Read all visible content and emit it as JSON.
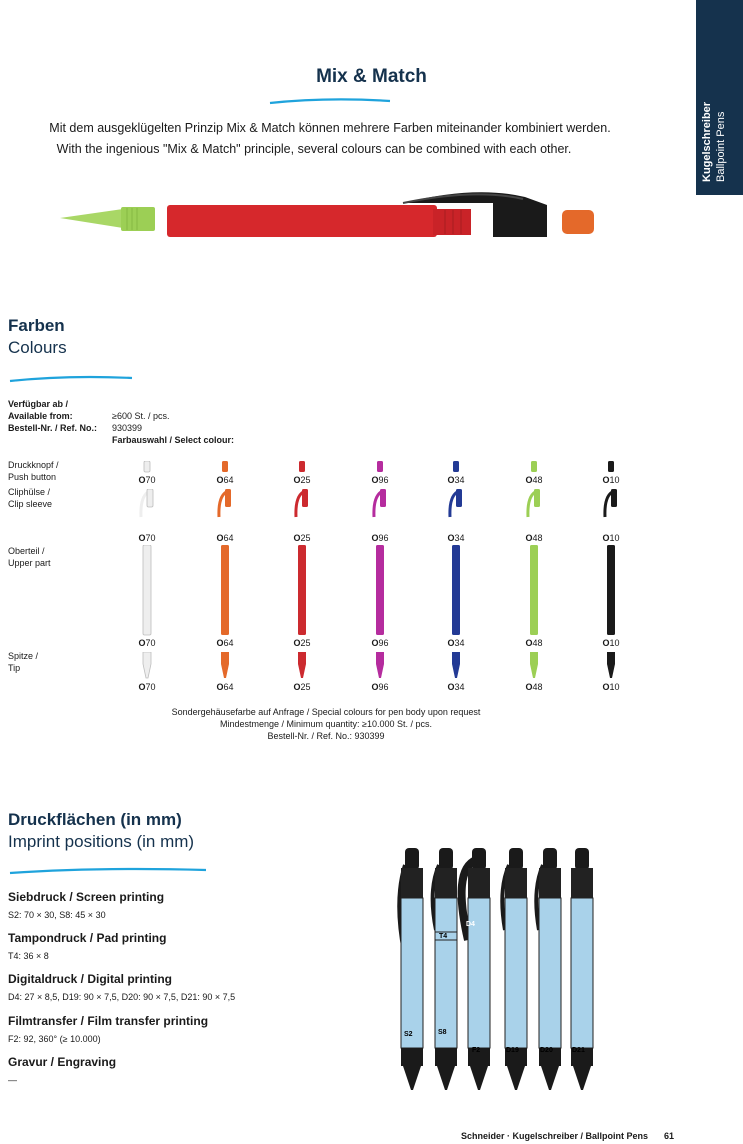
{
  "side_tab": {
    "title_de": "Kugelschreiber",
    "title_en": "Ballpoint Pens"
  },
  "mixmatch": {
    "title": "Mix & Match",
    "line_de": "Mit dem ausgeklügelten Prinzip Mix & Match können mehrere Farben miteinander kombiniert werden.",
    "line_en": "With the ingenious \"Mix & Match\" principle, several colours can be combined with each other."
  },
  "colours": {
    "title_de": "Farben",
    "title_en": "Colours",
    "avail_label_de": "Verfügbar ab /",
    "avail_label_en": "Available from:",
    "avail_value": "≥600 St. / pcs.",
    "ref_label": "Bestell-Nr. / Ref. No.:",
    "ref_value": "930399",
    "select_label": "Farbauswahl / Select colour:",
    "rows": [
      {
        "de": "Druckknopf /",
        "en": "Push button"
      },
      {
        "de": "Cliphülse /",
        "en": "Clip sleeve"
      },
      {
        "de": "Oberteil /",
        "en": "Upper part"
      },
      {
        "de": "Spitze /",
        "en": "Tip"
      }
    ],
    "swatches": [
      {
        "code": "70",
        "color": "#eeeeee"
      },
      {
        "code": "64",
        "color": "#e4692a"
      },
      {
        "code": "25",
        "color": "#cc2a2f"
      },
      {
        "code": "96",
        "color": "#b52c9e"
      },
      {
        "code": "34",
        "color": "#233a95"
      },
      {
        "code": "48",
        "color": "#9ccf55"
      },
      {
        "code": "10",
        "color": "#1a1a1a"
      }
    ],
    "special_1": "Sondergehäusefarbe auf Anfrage / Special colours for pen body upon request",
    "special_2": "Mindestmenge / Minimum quantity: ≥10.000 St. / pcs.",
    "special_3": "Bestell-Nr. / Ref. No.: 930399"
  },
  "imprint": {
    "title_de": "Druckflächen (in mm)",
    "title_en": "Imprint positions (in mm)",
    "sections": [
      {
        "head": "Siebdruck / Screen printing",
        "text": "S2: 70 × 30, S8: 45 × 30"
      },
      {
        "head": "Tampondruck / Pad printing",
        "text": "T4: 36 × 8"
      },
      {
        "head": "Digitaldruck / Digital printing",
        "text": "D4: 27 × 8,5, D19: 90 × 7,5, D20: 90 × 7,5, D21: 90 × 7,5"
      },
      {
        "head": "Filmtransfer / Film transfer printing",
        "text": "F2: 92, 360° (≥ 10.000)"
      },
      {
        "head": "Gravur / Engraving",
        "text": "—"
      }
    ],
    "pen_labels": [
      "S2",
      "S8",
      "T4",
      "D4",
      "F2",
      "D19",
      "D20",
      "D21"
    ]
  },
  "footer": {
    "text": "Schneider · Kugelschreiber / Ballpoint Pens",
    "page": "61"
  },
  "accent_blue": "#1fa3dc",
  "navy": "#15324d"
}
